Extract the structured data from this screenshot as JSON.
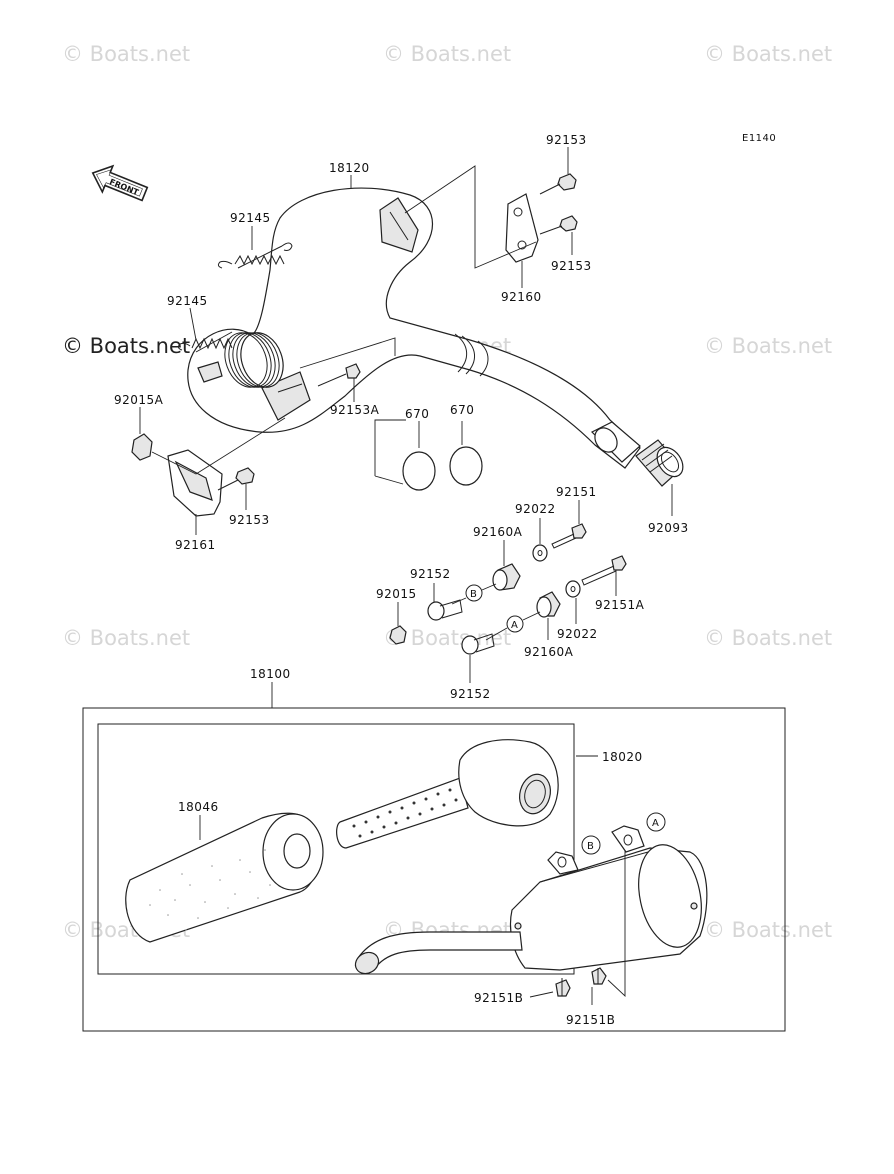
{
  "watermark": "© Boats.net",
  "diagram_code": "E1140",
  "front_label": "FRONT",
  "parts": {
    "p18120": "18120",
    "p92153_top": "92153",
    "p92153_right": "92153",
    "p92160": "92160",
    "p92145_a": "92145",
    "p92145_b": "92145",
    "p92015A": "92015A",
    "p92153A": "92153A",
    "p670_a": "670",
    "p670_b": "670",
    "p92153_bottom": "92153",
    "p92161": "92161",
    "p92093": "92093",
    "p92022_a": "92022",
    "p92151": "92151",
    "p92160A_a": "92160A",
    "p92152_a": "92152",
    "p92015": "92015",
    "p92151A": "92151A",
    "p92022_b": "92022",
    "p92160A_b": "92160A",
    "p92152_b": "92152",
    "p18100": "18100",
    "p18020": "18020",
    "p18046": "18046",
    "p92151B_a": "92151B",
    "p92151B_b": "92151B"
  },
  "callouts": {
    "a": "A",
    "b": "B"
  }
}
